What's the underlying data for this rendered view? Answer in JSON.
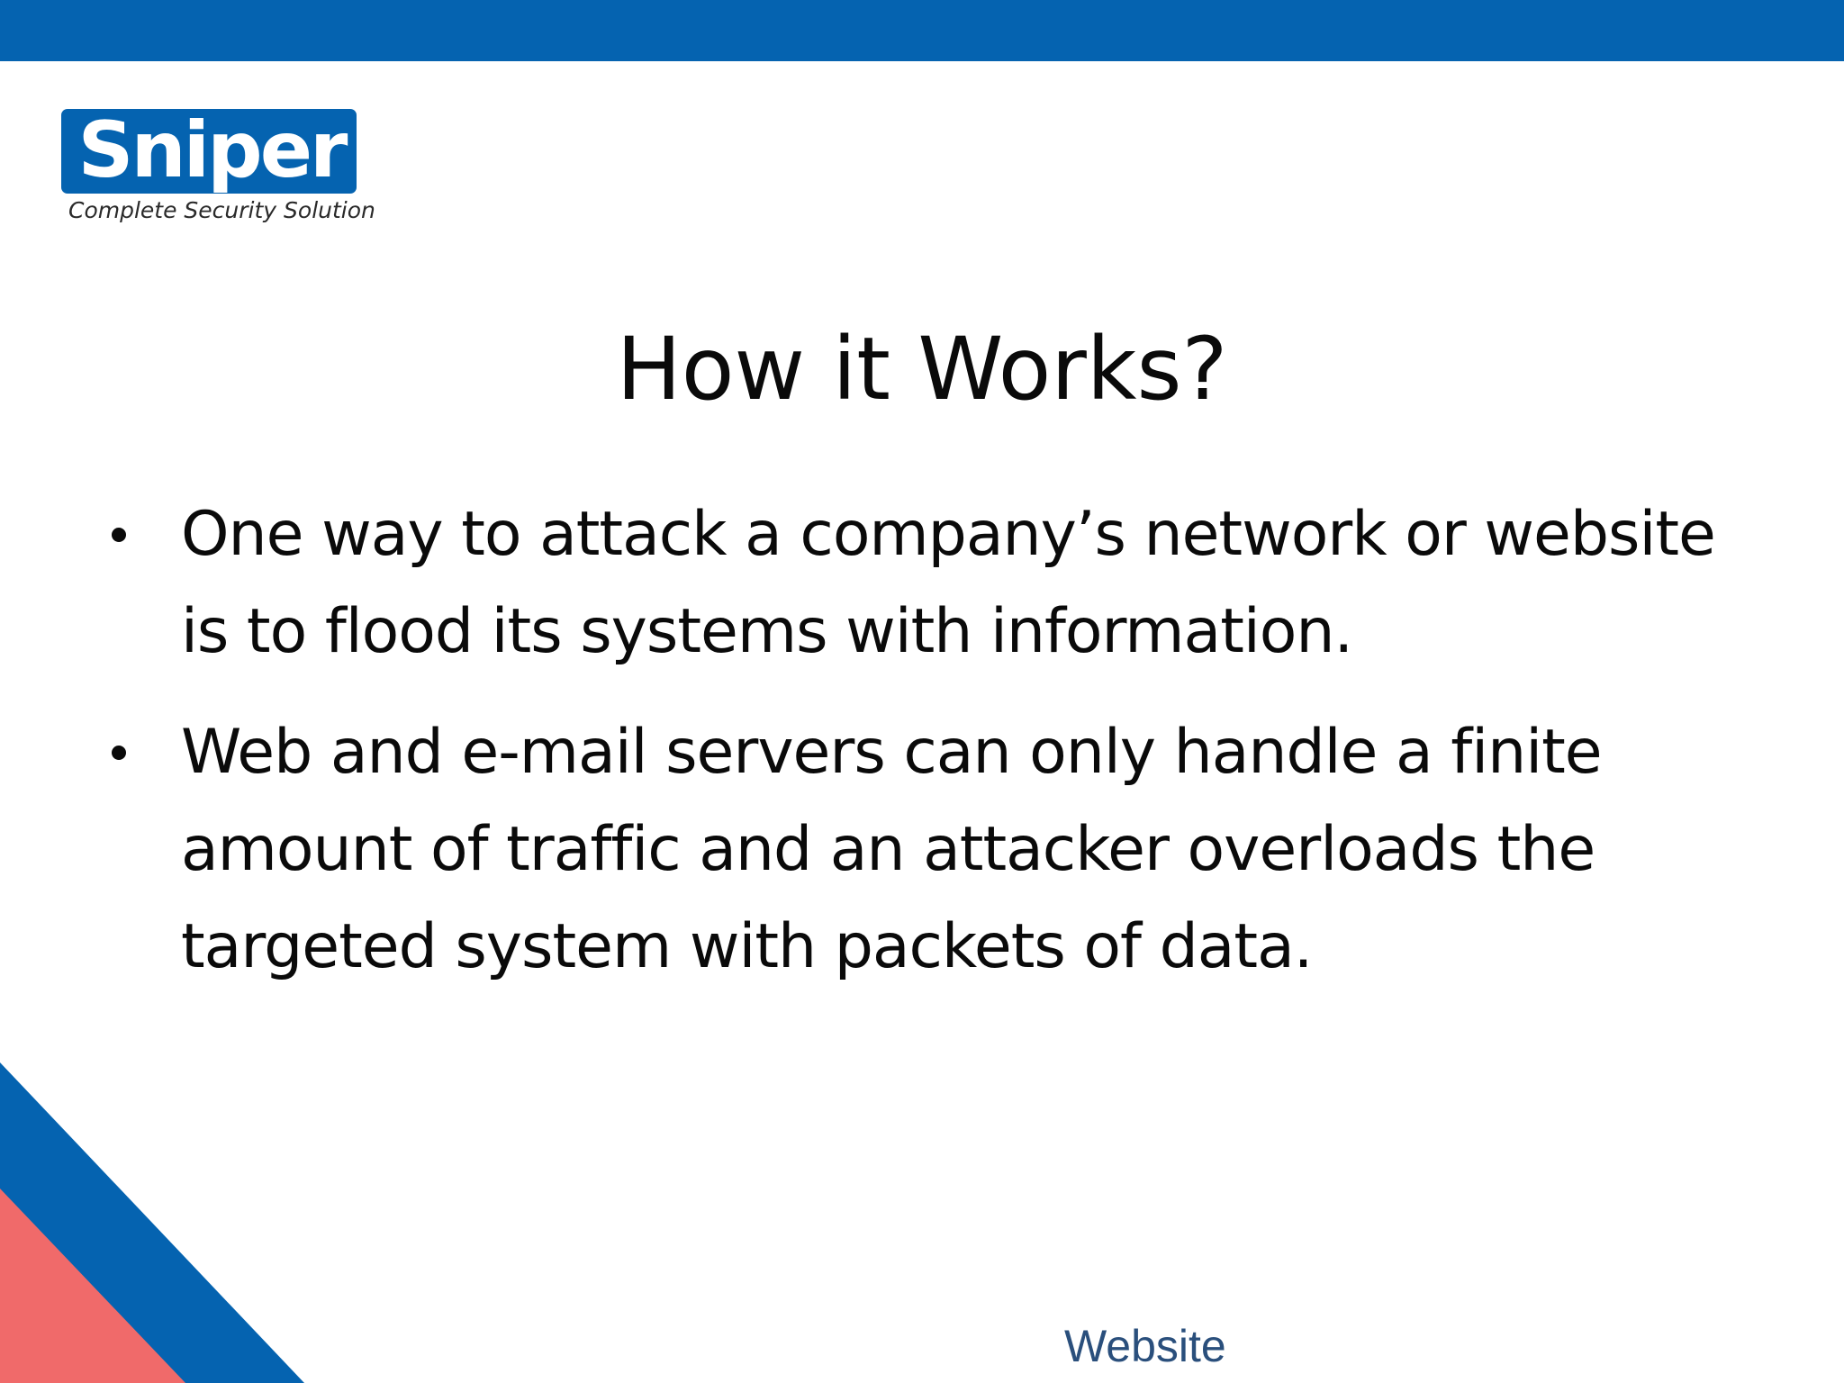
{
  "logo": {
    "wordmark": "Sniper",
    "tagline": "Complete Security Solution"
  },
  "slide": {
    "title": "How it Works?",
    "bullets": [
      "One way to attack a company’s network or website is to flood its systems with information.",
      "Web and e-mail servers can only handle a finite amount of traffic and an attacker overloads the targeted system with packets of data."
    ]
  },
  "footer": {
    "link_text": "Website"
  },
  "colors": {
    "brand_blue": "#0563b0",
    "accent_red": "#f06a6a",
    "text_dark": "#0a0a0a",
    "link_blue": "#2a4f7c"
  }
}
